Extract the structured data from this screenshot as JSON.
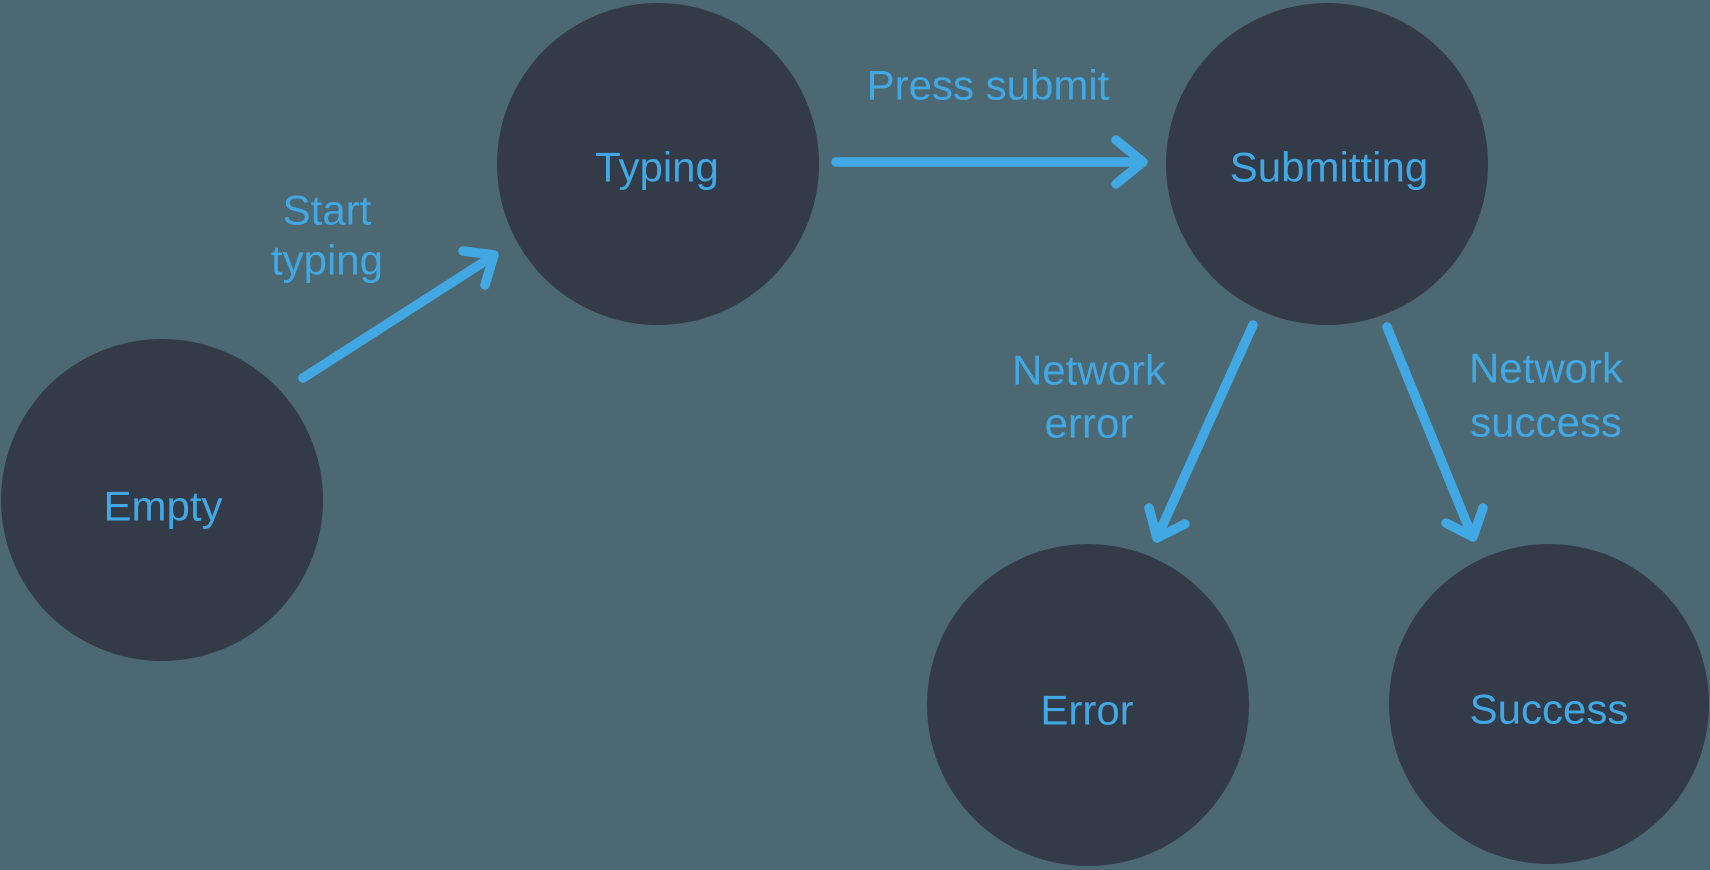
{
  "diagram": {
    "kind": "state-machine",
    "colors": {
      "background": "#4C6872",
      "node_fill": "#333A48",
      "accent": "#42A8E4"
    },
    "nodes": {
      "empty": {
        "label": "Empty"
      },
      "typing": {
        "label": "Typing"
      },
      "submitting": {
        "label": "Submitting"
      },
      "error": {
        "label": "Error"
      },
      "success": {
        "label": "Success"
      }
    },
    "transitions": {
      "start_typing": {
        "from": "Empty",
        "to": "Typing",
        "label": "Start typing",
        "line1": "Start",
        "line2": "typing"
      },
      "press_submit": {
        "from": "Typing",
        "to": "Submitting",
        "label": "Press submit"
      },
      "network_error": {
        "from": "Submitting",
        "to": "Error",
        "label": "Network error",
        "line1": "Network",
        "line2": "error"
      },
      "network_success": {
        "from": "Submitting",
        "to": "Success",
        "label": "Network success",
        "line1": "Network",
        "line2": "success"
      }
    }
  }
}
